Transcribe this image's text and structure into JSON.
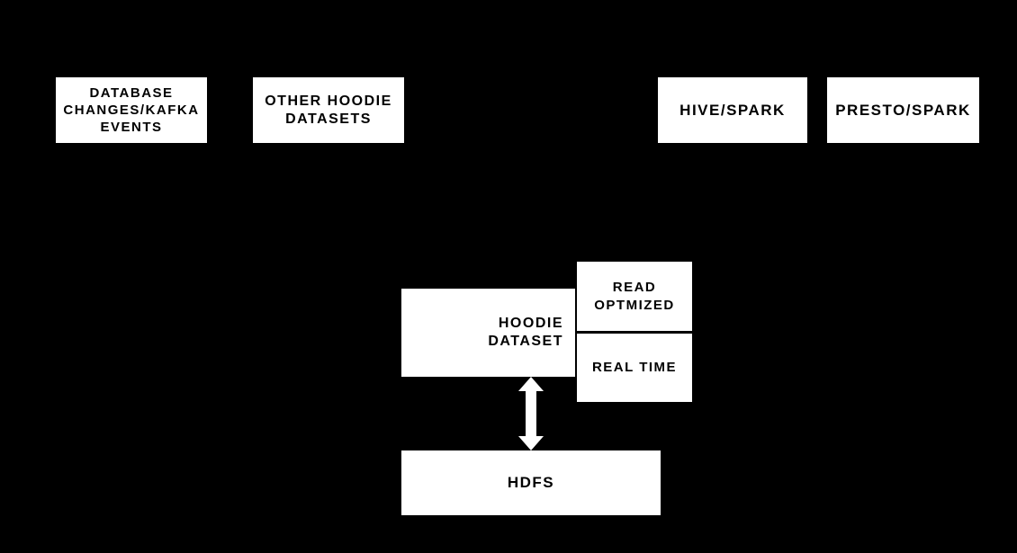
{
  "diagram": {
    "background_color": "#000000",
    "node_fill_color": "#ffffff",
    "node_text_color": "#000000",
    "nodes": {
      "database_changes": {
        "label": "DATABASE CHANGES/KAFKA EVENTS",
        "lines": [
          "DATABASE",
          "CHANGES/KAFKA",
          "EVENTS"
        ]
      },
      "other_hoodie_datasets": {
        "label": "OTHER HOODIE DATASETS",
        "lines": [
          "OTHER HOODIE",
          "DATASETS"
        ]
      },
      "hive_spark": {
        "label": "HIVE/SPARK"
      },
      "presto_spark": {
        "label": "PRESTO/SPARK"
      },
      "hoodie_dataset": {
        "label": "HOODIE DATASET",
        "lines": [
          "HOODIE",
          "DATASET"
        ]
      },
      "read_optmized": {
        "label": "READ OPTMIZED",
        "lines": [
          "READ",
          "OPTMIZED"
        ]
      },
      "real_time": {
        "label": "REAL TIME"
      },
      "hdfs": {
        "label": "HDFS"
      }
    },
    "connectors": {
      "hoodie_hdfs": {
        "type": "double-headed-vertical-arrow",
        "from": "HOODIE DATASET",
        "to": "HDFS",
        "color": "#ffffff"
      }
    }
  }
}
